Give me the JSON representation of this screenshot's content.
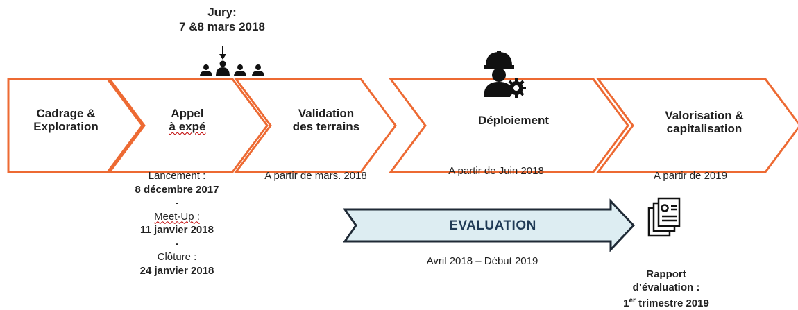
{
  "jury": {
    "title": "Jury:",
    "dates": "7 &8 mars 2018"
  },
  "phases": [
    {
      "line1": "Cadrage &",
      "line2": "Exploration"
    },
    {
      "line1": "Appel",
      "line2": "à expé"
    },
    {
      "line1": "Validation",
      "line2": "des terrains"
    },
    {
      "line1": "Déploiement",
      "line2": ""
    },
    {
      "line1": "Valorisation  &",
      "line2": "capitalisation"
    }
  ],
  "appel_details": {
    "launch_label": "Lancement  :",
    "launch_date": "8 décembre 2017",
    "sep1": "-",
    "meetup_label": "Meet-Up :",
    "meetup_date": "11 janvier 2018",
    "sep2": "-",
    "close_label": "Clôture :",
    "close_date": "24 janvier 2018"
  },
  "validation_start": "A partir de mars. 2018",
  "deploiement_start": "A partir de Juin  2018",
  "valorisation_start": "A partir de 2019",
  "evaluation": {
    "label": "EVALUATION",
    "period": "Avril 2018 – Début 2019"
  },
  "report": {
    "line1": "Rapport",
    "line2": "d’évaluation :",
    "line3_sup": "er",
    "line3_pre": "1",
    "line3_post": " trimestre 2019"
  },
  "colors": {
    "chevron": "#ED6A33",
    "arrow_fill": "#DDEDF2",
    "arrow_stroke": "#1f2a36"
  },
  "icons": [
    "people-group-icon",
    "down-arrow-icon",
    "worker-gear-icon",
    "report-document-icon"
  ]
}
